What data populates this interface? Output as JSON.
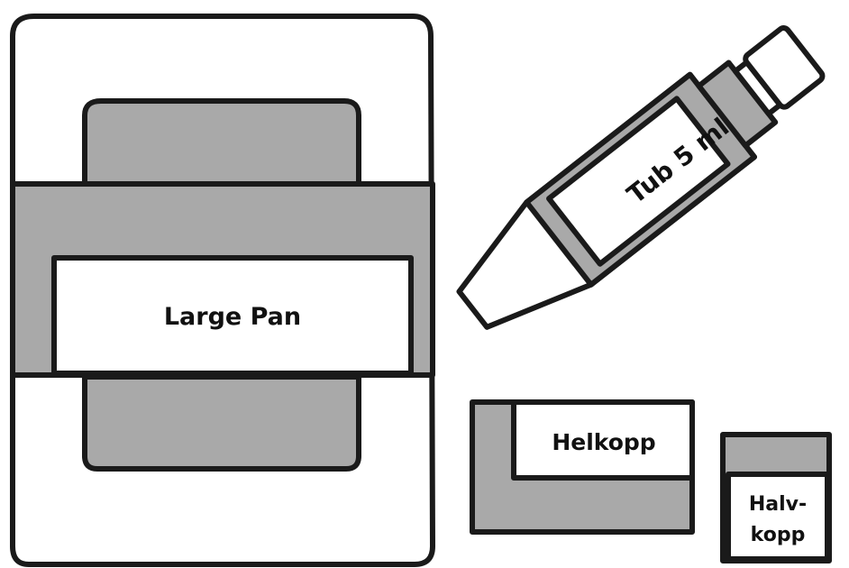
{
  "colors": {
    "outline": "#1a1a1a",
    "fill_gray": "#a9a9a9",
    "fill_white": "#ffffff"
  },
  "items": {
    "large_pan": {
      "label": "Large Pan"
    },
    "tube": {
      "label": "Tub 5 ml"
    },
    "full_pan": {
      "label": "Helkopp"
    },
    "half_pan": {
      "label_line1": "Halv-",
      "label_line2": "kopp"
    }
  }
}
